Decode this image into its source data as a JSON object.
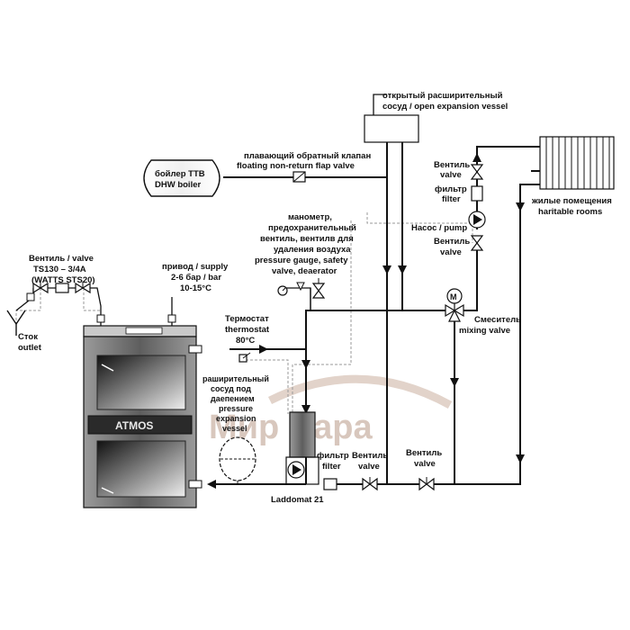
{
  "labels": {
    "expansion_open": [
      "открытый расширительный",
      "сосуд / open expansion vessel"
    ],
    "flap_valve": [
      "плавающий обратный клапан",
      "floating non-return flap valve"
    ],
    "boiler": [
      "бойлер ТТВ",
      "DHW boiler"
    ],
    "valve_top": [
      "Вентиль",
      "valve"
    ],
    "filter_top": [
      "фильтр",
      "filter"
    ],
    "pump": [
      "Насос / pump"
    ],
    "valve_pump": [
      "Вентиль",
      "valve"
    ],
    "rooms": [
      "жилые помещения",
      "haritable rooms"
    ],
    "safety": [
      "манометр,",
      "предохранительный",
      "вентиль, вентилв для",
      "удаления воздуха",
      "pressure gauge, safety",
      "valve, deaerator"
    ],
    "valve_ts": [
      "Вентиль / valve",
      "TS130 – 3/4A",
      "(WATTS STS20)"
    ],
    "supply": [
      "привод / supply",
      "2-6 бар / bar",
      "10-15°C"
    ],
    "outlet": [
      "Сток",
      "outlet"
    ],
    "thermostat": [
      "Термостат",
      "thermostat",
      "80°C"
    ],
    "mixing": [
      "Смеситель",
      "mixing valve"
    ],
    "pressure_vessel": [
      "раширительный",
      "сосуд под",
      "даепением",
      "pressure",
      "expansion",
      "vessel"
    ],
    "filter_bottom": [
      "фильтр",
      "filter"
    ],
    "valve_bottom1": [
      "Вентиль",
      "valve"
    ],
    "valve_bottom2": [
      "Вентиль",
      "valve"
    ],
    "laddomat": [
      "Laddomat 21"
    ],
    "atmos": "ATMOS",
    "mixer_mark": "M",
    "watermark": "Мир Пара"
  },
  "colors": {
    "ink": "#111111",
    "dashed": "#9a9a9a",
    "watermark": "#d8c7bd",
    "boiler_body": "#7d7d7d",
    "boiler_dark": "#1a1a1a"
  },
  "icons": [
    "valve-icon",
    "filter-icon",
    "pump-icon",
    "radiator-icon",
    "pressure-gauge-icon",
    "safety-valve-icon",
    "thermostat-icon",
    "mixing-valve-icon",
    "outlet-funnel-icon",
    "expansion-tank-icon"
  ]
}
